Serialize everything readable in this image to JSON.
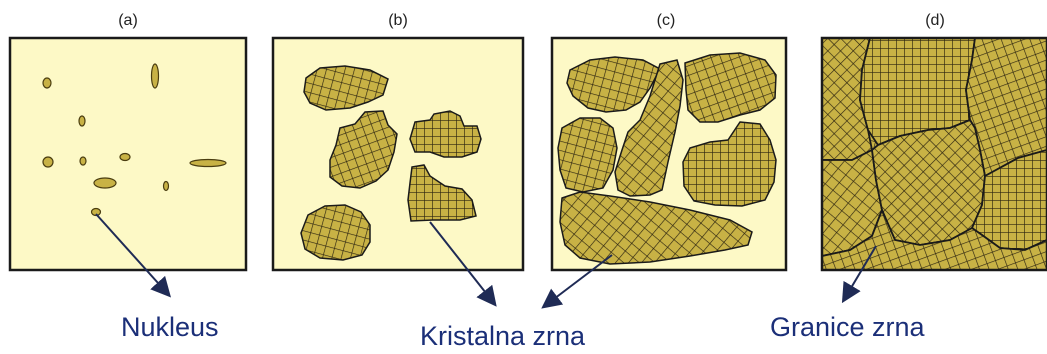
{
  "panels": [
    {
      "label": "(a)"
    },
    {
      "label": "(b)"
    },
    {
      "label": "(c)"
    },
    {
      "label": "(d)"
    }
  ],
  "captions": {
    "nucleus": "Nukleus",
    "crystal_grains": "Kristalna zrna",
    "grain_boundaries": "Granice zrna"
  },
  "colors": {
    "background": "#fdf9c6",
    "grain_fill": "#c8b245",
    "hatch": "#2c2410",
    "border": "#1a1a1a",
    "arrow": "#1f2b55",
    "caption_text": "#1b2f78"
  }
}
